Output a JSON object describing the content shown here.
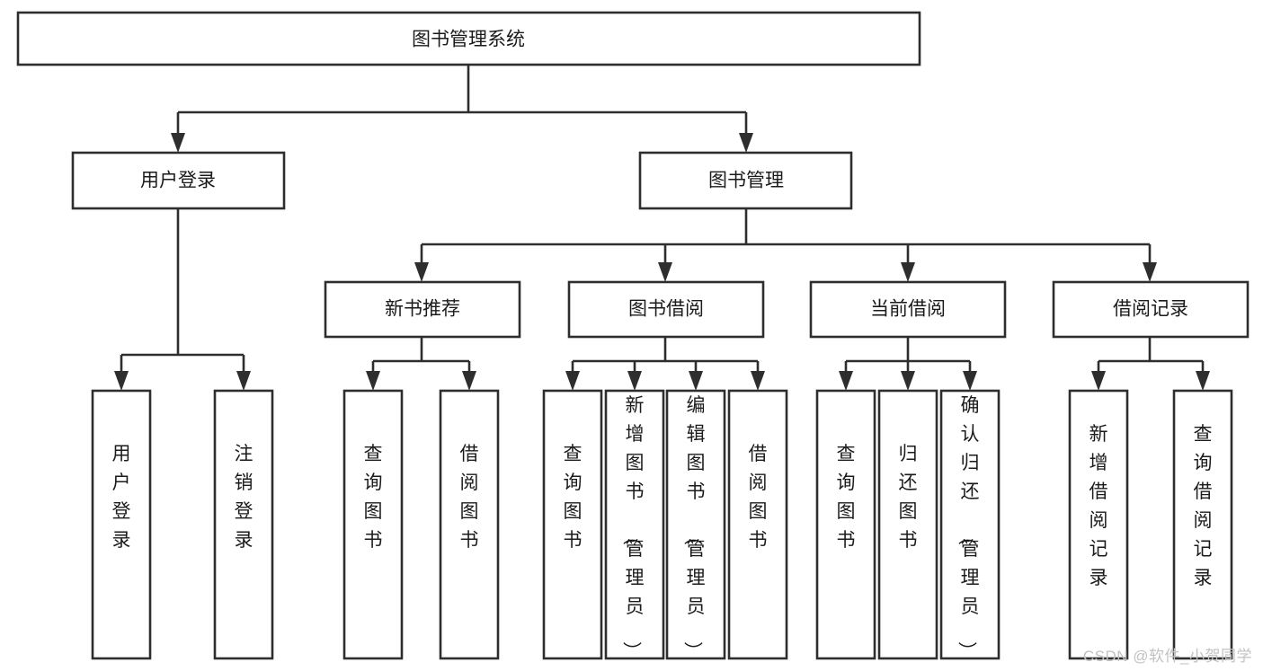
{
  "diagram": {
    "type": "tree-hierarchy",
    "title": "图书管理系统",
    "watermark": "CSDN @软件_小贺同学",
    "colors": {
      "stroke": "#2e2e2e",
      "fill": "#ffffff",
      "text": "#1b1b1b",
      "watermark": "#c2c2c2"
    },
    "levels": {
      "root": {
        "label": "图书管理系统"
      },
      "level2": [
        {
          "label": "用户登录"
        },
        {
          "label": "图书管理"
        }
      ],
      "level3": [
        {
          "label": "新书推荐"
        },
        {
          "label": "图书借阅"
        },
        {
          "label": "当前借阅"
        },
        {
          "label": "借阅记录"
        }
      ],
      "leaves": {
        "user_login": [
          {
            "label": "用户登录"
          },
          {
            "label": "注销登录"
          }
        ],
        "new_book_recommend": [
          {
            "label": "查询图书"
          },
          {
            "label": "借阅图书"
          }
        ],
        "book_borrow": [
          {
            "label": "查询图书"
          },
          {
            "label": "新增图书（管理员）"
          },
          {
            "label": "编辑图书（管理员）"
          },
          {
            "label": "借阅图书"
          }
        ],
        "current_borrow": [
          {
            "label": "查询图书"
          },
          {
            "label": "归还图书"
          },
          {
            "label": "确认归还（管理员）"
          }
        ],
        "borrow_record": [
          {
            "label": "新增借阅记录"
          },
          {
            "label": "查询借阅记录"
          }
        ]
      }
    }
  }
}
